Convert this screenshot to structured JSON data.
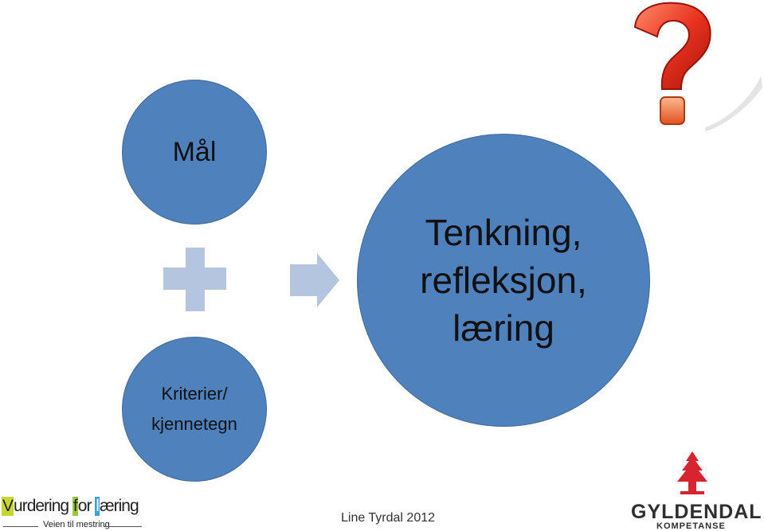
{
  "diagram": {
    "top_circle": "Mål",
    "bottom_circle_line1": "Kriterier/",
    "bottom_circle_line2": "kjennetegn",
    "result_line1": "Tenkning,",
    "result_line2": "refleksjon,",
    "result_line3": "læring"
  },
  "footer": {
    "author": "Line Tyrdal 2012",
    "logo_left_v": "V",
    "logo_left_word1": "urdering",
    "logo_left_f": "f",
    "logo_left_word2": "or",
    "logo_left_l": "l",
    "logo_left_word3": "æring",
    "logo_left_tagline": "Veien til mestring",
    "logo_right_name": "GYLDENDAL",
    "logo_right_sub": "KOMPETANSE"
  },
  "colors": {
    "circle_fill": "#4f81bd",
    "symbol_fill": "#b4c5e0",
    "question_mark": "#e03020",
    "logo_tree": "#d8242f"
  },
  "icons": {
    "plus": "plus-icon",
    "arrow": "arrow-right-icon",
    "question": "question-mark-icon",
    "tree": "tree-logo-icon"
  }
}
